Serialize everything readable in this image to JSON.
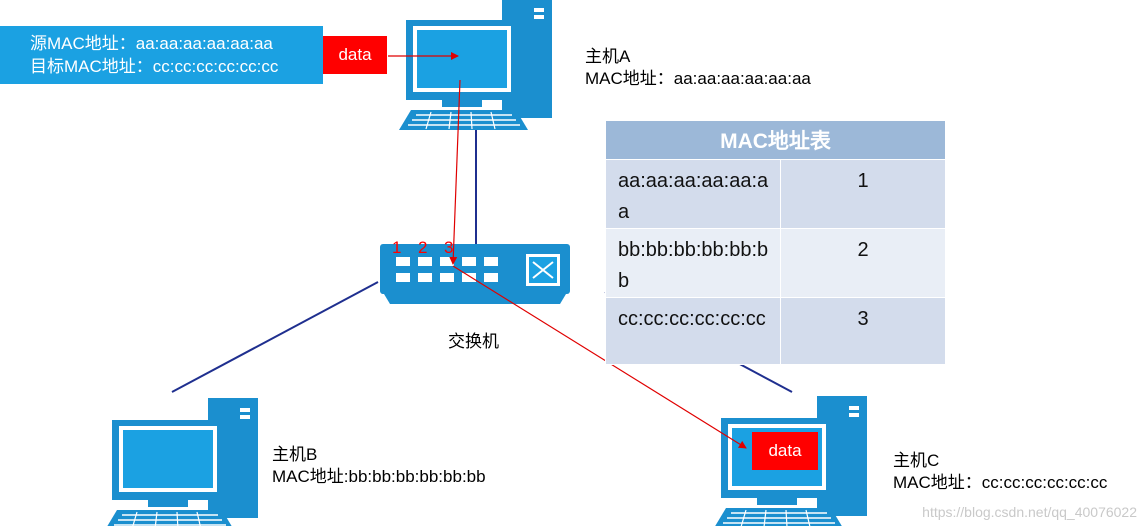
{
  "frame": {
    "src_mac": "源MAC地址：aa:aa:aa:aa:aa:aa",
    "dst_mac": "目标MAC地址：cc:cc:cc:cc:cc:cc",
    "data_label": "data"
  },
  "hosts": {
    "a": {
      "name": "主机A",
      "mac": "MAC地址：aa:aa:aa:aa:aa:aa"
    },
    "b": {
      "name": "主机B",
      "mac": "MAC地址:bb:bb:bb:bb:bb:bb"
    },
    "c": {
      "name": "主机C",
      "mac": "MAC地址：cc:cc:cc:cc:cc:cc",
      "data_label": "data"
    }
  },
  "switch": {
    "label": "交换机",
    "ports": [
      "1",
      "2",
      "3"
    ]
  },
  "mac_table": {
    "title": "MAC地址表",
    "rows": [
      {
        "addr": "aa:aa:aa:aa:aa:aa",
        "port": "1"
      },
      {
        "addr": "bb:bb:bb:bb:bb:bb",
        "port": "2"
      },
      {
        "addr": "cc:cc:cc:cc:cc:cc",
        "port": "3"
      }
    ]
  },
  "watermark": "https://blog.csdn.net/qq_40076022",
  "colors": {
    "device": "#1b8fcf",
    "screen": "#1ba1e2",
    "link": "#1f2f8f",
    "arrow": "#e00000",
    "data": "#ff0000"
  }
}
